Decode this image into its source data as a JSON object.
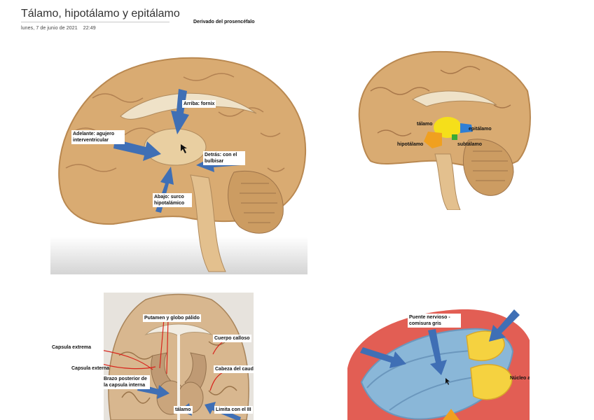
{
  "page": {
    "title": "Tálamo, hipotálamo y epitálamo",
    "date": "lunes, 7 de junio de 2021",
    "time": "22:49",
    "note": "Derivado del prosencéfalo"
  },
  "panel1": {
    "labels": {
      "arriba": "Arriba: fornix",
      "adelante": "Adelante: agujero interventricular",
      "detras": "Detrás: con el bulbisar",
      "abajo": "Abajo: surco hipotalámico"
    }
  },
  "panel2": {
    "labels": {
      "talamo": "tálamo",
      "epitalamo": "epitálamo",
      "hipotalamo": "hipotálamo",
      "subtalamo": "subtálamo"
    }
  },
  "panel3": {
    "labels": {
      "putamen": "Putamen y globo pálido",
      "capsula_extrema": "Capsula extrema",
      "capsula_externa": "Capsula externa",
      "cuerpo_calloso": "Cuerpo calloso",
      "cabeza_caudado": "Cabeza del caudado",
      "brazo_posterior": "Brazo posterior de la capsula interna",
      "talamo": "tálamo",
      "limita": "Limita con el III"
    }
  },
  "panel4": {
    "labels": {
      "puente": "Puente nervioso - comisura gris",
      "nucleo_anterior": "Núcleo anterior"
    }
  },
  "colors": {
    "brain_tan": "#d9ab72",
    "arrow_blue": "#3f6fb5",
    "talamo_yellow": "#f5df1a",
    "hipotalamo_orange": "#f0a020",
    "epitalamo_blue": "#2f7fd6",
    "subtalamo_green": "#39a935",
    "red_ventricle": "#e25e54",
    "ventricle_blue": "#8ab7d8"
  }
}
